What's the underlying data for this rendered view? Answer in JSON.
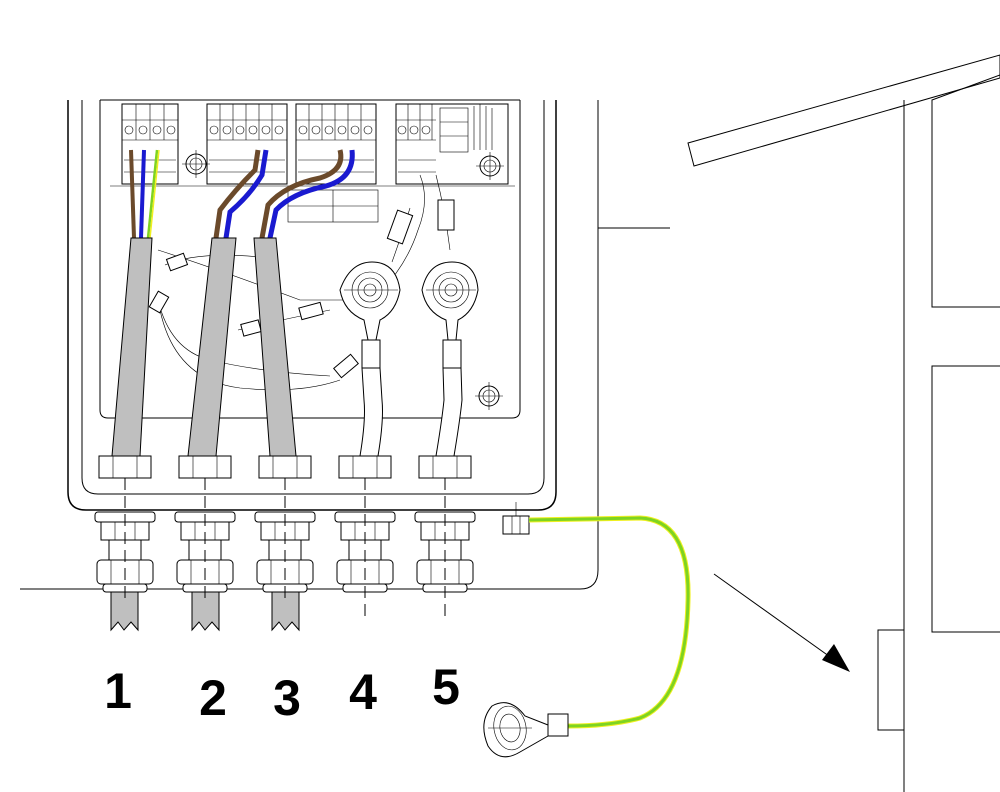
{
  "diagram": {
    "entry_numbers": [
      "1",
      "2",
      "3",
      "4",
      "5"
    ],
    "wire_colors": {
      "brown": "#6b4a2b",
      "blue": "#1a1ad0",
      "earth_green": "#7ed321",
      "earth_yellow": "#f0f020",
      "cable_sheath": "#bfbfbf"
    }
  }
}
